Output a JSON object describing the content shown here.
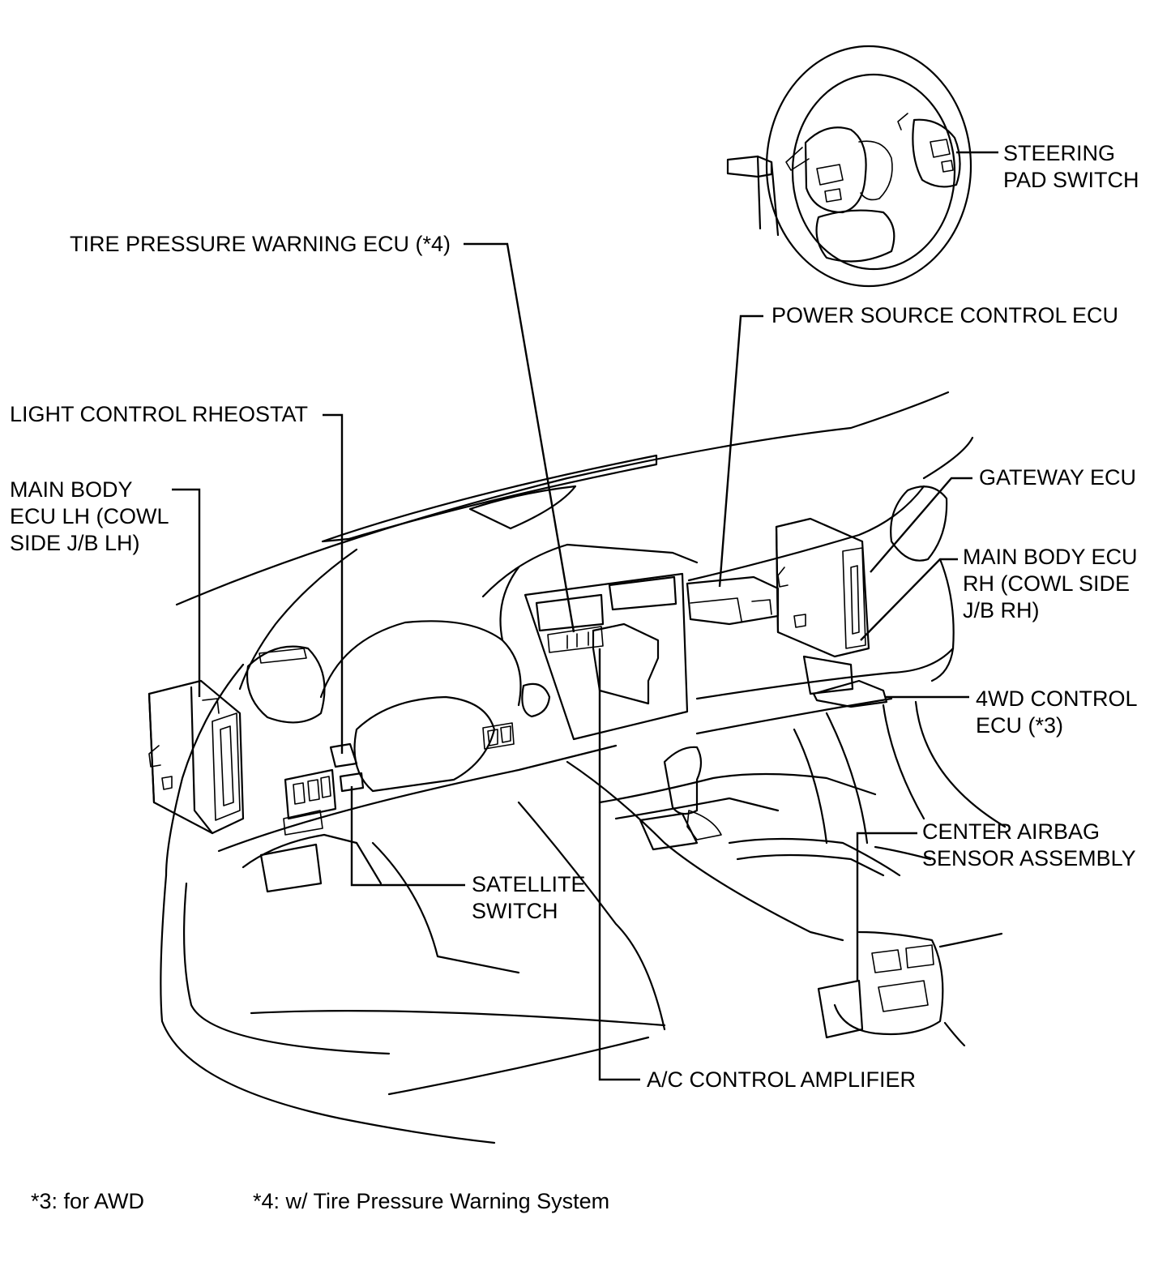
{
  "labels": {
    "steering_pad_switch": "STEERING\nPAD SWITCH",
    "tire_pressure_warning_ecu": "TIRE PRESSURE WARNING ECU (*4)",
    "power_source_control_ecu": "POWER SOURCE CONTROL ECU",
    "light_control_rheostat": "LIGHT CONTROL RHEOSTAT",
    "main_body_ecu_lh": "MAIN BODY\nECU LH (COWL\nSIDE J/B LH)",
    "gateway_ecu": "GATEWAY ECU",
    "main_body_ecu_rh": "MAIN BODY ECU\nRH (COWL SIDE\nJ/B RH)",
    "four_wd_control_ecu": "4WD CONTROL\nECU (*3)",
    "center_airbag_sensor_assembly": "CENTER AIRBAG\nSENSOR ASSEMBLY",
    "satellite_switch": "SATELLITE\nSWITCH",
    "ac_control_amplifier": "A/C CONTROL AMPLIFIER"
  },
  "footnotes": {
    "note_3": "*3: for AWD",
    "note_4": "*4: w/ Tire Pressure Warning System"
  }
}
